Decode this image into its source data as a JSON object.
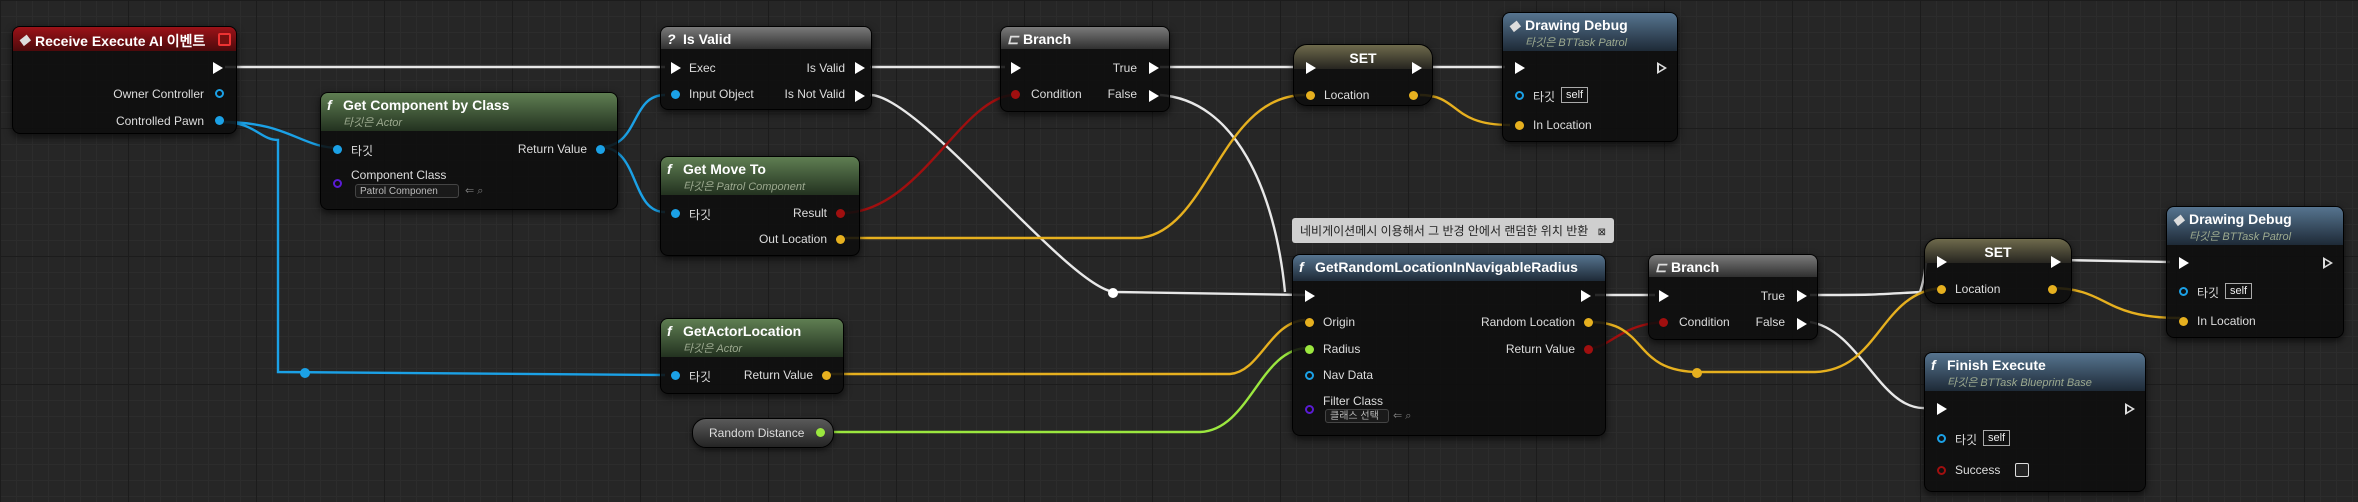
{
  "colors": {
    "exec": "#ffffff",
    "object": "#1ba1e6",
    "vector": "#f0b82c",
    "float": "#9be73f",
    "bool": "#a00f0f",
    "class": "#5a1bd4",
    "event_header": "#9c1218",
    "pure_header": "#5f7e52",
    "call_header": "#56748f"
  },
  "event_node": {
    "title": "Receive Execute AI 이벤트",
    "pins": {
      "owner_controller": "Owner Controller",
      "controlled_pawn": "Controlled Pawn"
    }
  },
  "is_valid": {
    "title": "Is Valid",
    "pins": {
      "exec": "Exec",
      "input_object": "Input Object",
      "is_valid": "Is Valid",
      "is_not_valid": "Is Not Valid"
    }
  },
  "branch1": {
    "title": "Branch",
    "pins": {
      "condition": "Condition",
      "true": "True",
      "false": "False"
    }
  },
  "set1": {
    "title": "SET",
    "pins": {
      "location": "Location"
    }
  },
  "drawing_debug1": {
    "title": "Drawing Debug",
    "subtitle": "타깃은 BTTask Patrol",
    "pins": {
      "target": "타깃",
      "target_value": "self",
      "in_location": "In Location"
    }
  },
  "get_component": {
    "title": "Get Component by Class",
    "subtitle": "타깃은 Actor",
    "pins": {
      "target": "타깃",
      "component_class": "Component Class",
      "component_value": "Patrol Componen",
      "return_value": "Return Value"
    }
  },
  "get_move_to": {
    "title": "Get Move To",
    "subtitle": "타깃은 Patrol Component",
    "pins": {
      "target": "타깃",
      "result": "Result",
      "out_location": "Out Location"
    }
  },
  "get_actor_location": {
    "title": "GetActorLocation",
    "subtitle": "타깃은 Actor",
    "pins": {
      "target": "타깃",
      "return_value": "Return Value"
    }
  },
  "random_distance": {
    "label": "Random Distance"
  },
  "comment": {
    "text": "네비게이션메시 이용해서 그 반경 안에서 랜덤한 위치 반환"
  },
  "get_random_location": {
    "title": "GetRandomLocationInNavigableRadius",
    "pins": {
      "origin": "Origin",
      "radius": "Radius",
      "nav_data": "Nav Data",
      "filter_class": "Filter Class",
      "filter_value": "클래스 선택",
      "random_location": "Random Location",
      "return_value": "Return Value"
    }
  },
  "branch2": {
    "title": "Branch",
    "pins": {
      "condition": "Condition",
      "true": "True",
      "false": "False"
    }
  },
  "set2": {
    "title": "SET",
    "pins": {
      "location": "Location"
    }
  },
  "drawing_debug2": {
    "title": "Drawing Debug",
    "subtitle": "타깃은 BTTask Patrol",
    "pins": {
      "target": "타깃",
      "target_value": "self",
      "in_location": "In Location"
    }
  },
  "finish_execute": {
    "title": "Finish Execute",
    "subtitle": "타깃은 BTTask Blueprint Base",
    "pins": {
      "target": "타깃",
      "target_value": "self",
      "success": "Success"
    }
  }
}
